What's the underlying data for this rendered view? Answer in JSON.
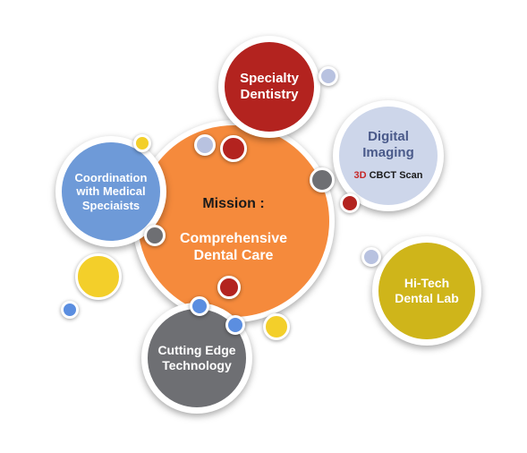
{
  "colors": {
    "mission": "#f58a3c",
    "specialty": "#b3231f",
    "digital": "#cdd6ea",
    "coordination": "#6e9ad8",
    "hitech": "#cfb51a",
    "cutting": "#6e6f73",
    "dot_yellow": "#f3cf2a",
    "dot_lavender": "#b8c2e0",
    "dot_red": "#b3231f",
    "dot_gray": "#6e6f73",
    "dot_blue": "#5b8ee0"
  },
  "mission": {
    "line1": "Mission :",
    "line2": "Comprehensive\nDental Care"
  },
  "specialty": {
    "label": "Specialty\nDentistry"
  },
  "digital": {
    "label": "Digital\nImaging",
    "tag_prefix": "3D",
    "tag_rest": " CBCT Scan"
  },
  "coordination": {
    "label": "Coordination\nwith Medical\nSpeciaists"
  },
  "hitech": {
    "label": "Hi-Tech\nDental Lab"
  },
  "cutting": {
    "label": "Cutting Edge\nTechnology"
  }
}
